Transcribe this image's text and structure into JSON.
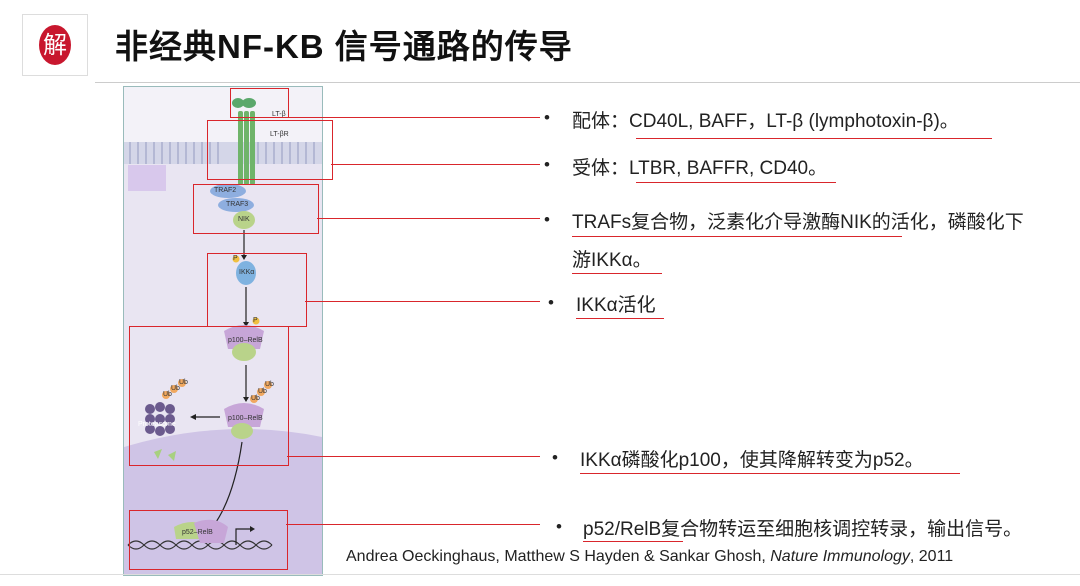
{
  "header": {
    "logo_char": "解",
    "title": "非经典NF-KB 信号通路的传导"
  },
  "figure": {
    "labels": {
      "lt_b": "LT-β",
      "lt_br": "LT-βR",
      "traf2": "TRAF2",
      "traf3": "TRAF3",
      "nik": "NIK",
      "p": "P",
      "ikka": "IKKα",
      "p100relb": "p100–RelB",
      "ub": "Ub",
      "proteasome": "Proteasome",
      "p52relb": "p52–RelB"
    }
  },
  "bullets": [
    {
      "marker": "•",
      "text": "配体：CD40L, BAFF，LT-β (lymphotoxin-β)。"
    },
    {
      "marker": "•",
      "text": "受体：LTBR, BAFFR, CD40。"
    },
    {
      "marker": "•",
      "line1": "TRAFs复合物，泛素化介导激酶NIK的活化，磷酸化下",
      "line2": "游IKKα。"
    },
    {
      "marker": "•",
      "text": "IKKα活化"
    },
    {
      "marker": "•",
      "text": "IKKα磷酸化p100，使其降解转变为p52。"
    },
    {
      "marker": "•",
      "text": "p52/RelB复合物转运至细胞核调控转录，输出信号。"
    }
  ],
  "citation": {
    "authors": "Andrea Oeckinghaus, Matthew S Hayden & Sankar Ghosh,",
    "journal": "Nature Immunology",
    "year": ", 2011"
  },
  "colors": {
    "accent_red": "#d9262c",
    "logo_red": "#c8172e"
  }
}
